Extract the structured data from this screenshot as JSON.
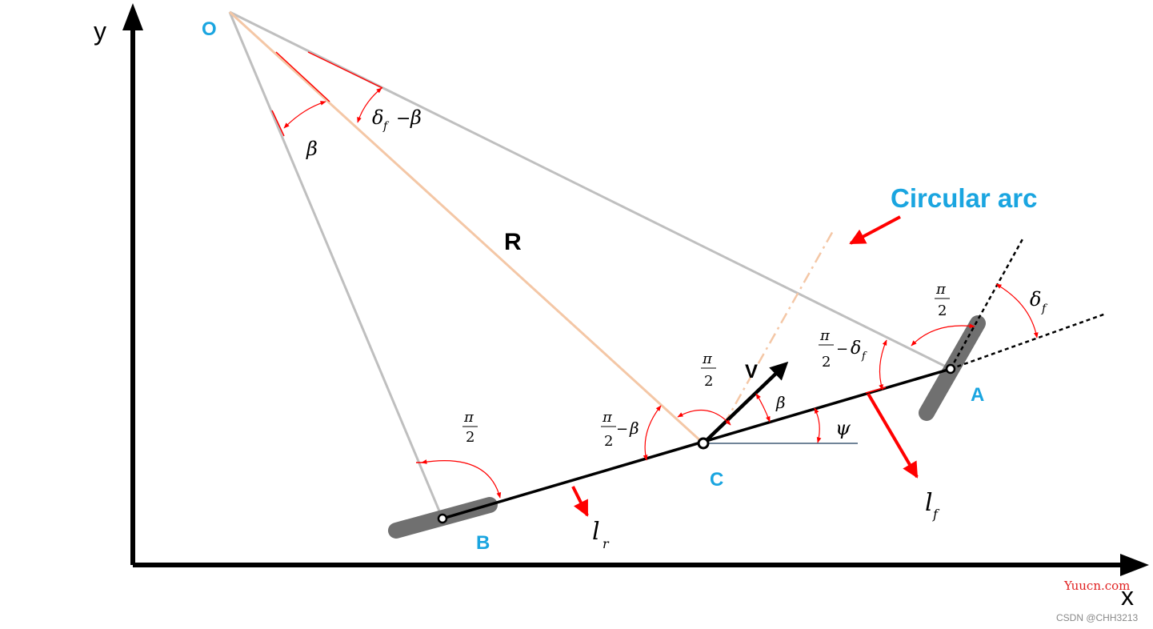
{
  "axes": {
    "x_label": "x",
    "y_label": "y"
  },
  "points": {
    "O": "O",
    "A": "A",
    "B": "B",
    "C": "C"
  },
  "labels": {
    "radius": "R",
    "velocity": "V",
    "circular_arc": "Circular arc"
  },
  "math": {
    "pi": "π",
    "two": "2",
    "minus": "−",
    "beta": "β",
    "delta": "δ",
    "f_sub": "f",
    "r_sub": "r",
    "l": "l",
    "psi": "ψ"
  },
  "watermark": {
    "site": "Yuucn.com",
    "author": "CSDN @CHH3213"
  },
  "colors": {
    "axis": "#000000",
    "gray_line": "#bfbfbf",
    "radius_line": "#f4c7a6",
    "angle_marks": "#ff0000",
    "label_blue": "#1aa5e0",
    "wheel": "#6e6e6e"
  }
}
